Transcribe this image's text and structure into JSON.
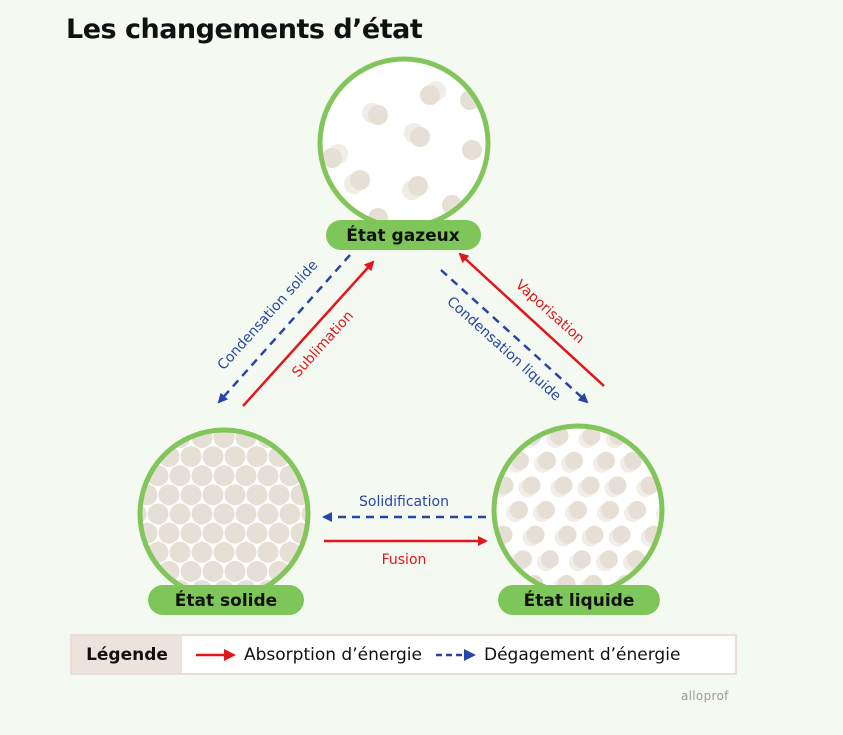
{
  "title": "Les changements d’état",
  "states": {
    "gas": "État gazeux",
    "solid": "État solide",
    "liquid": "État liquide"
  },
  "processes": {
    "condensation_solide": "Condensation solide",
    "sublimation": "Sublimation",
    "vaporisation": "Vaporisation",
    "condensation_liquide": "Condensation liquide",
    "solidification": "Solidification",
    "fusion": "Fusion"
  },
  "legend": {
    "heading": "Légende",
    "absorption": "Absorption d’énergie",
    "degagement": "Dégagement d’énergie"
  },
  "brand": "alloprof",
  "colors": {
    "absorption": "#e3161b",
    "degagement": "#2944a8",
    "circle_border": "#82c55b",
    "label_bg": "#7fc65a",
    "particle": "#e6dfd6"
  }
}
